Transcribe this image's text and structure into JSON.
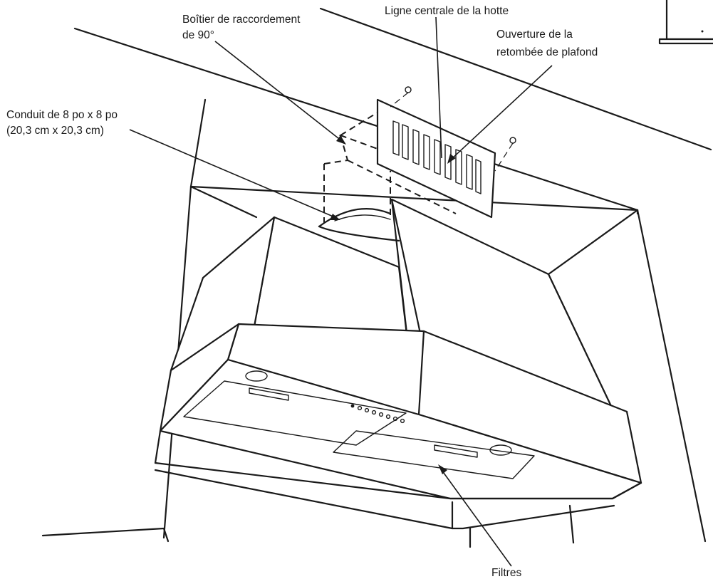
{
  "labels": {
    "connector_box": {
      "line1": "Boîtier de raccordement",
      "line2": "de 90°"
    },
    "hood_centerline": "Ligne centrale de la hotte",
    "soffit_opening": {
      "line1": "Ouverture de la",
      "line2": "retombée de plafond"
    },
    "duct": {
      "line1": "Conduit de 8 po x 8 po",
      "line2": "(20,3 cm x 20,3 cm)"
    },
    "filters": "Filtres"
  }
}
